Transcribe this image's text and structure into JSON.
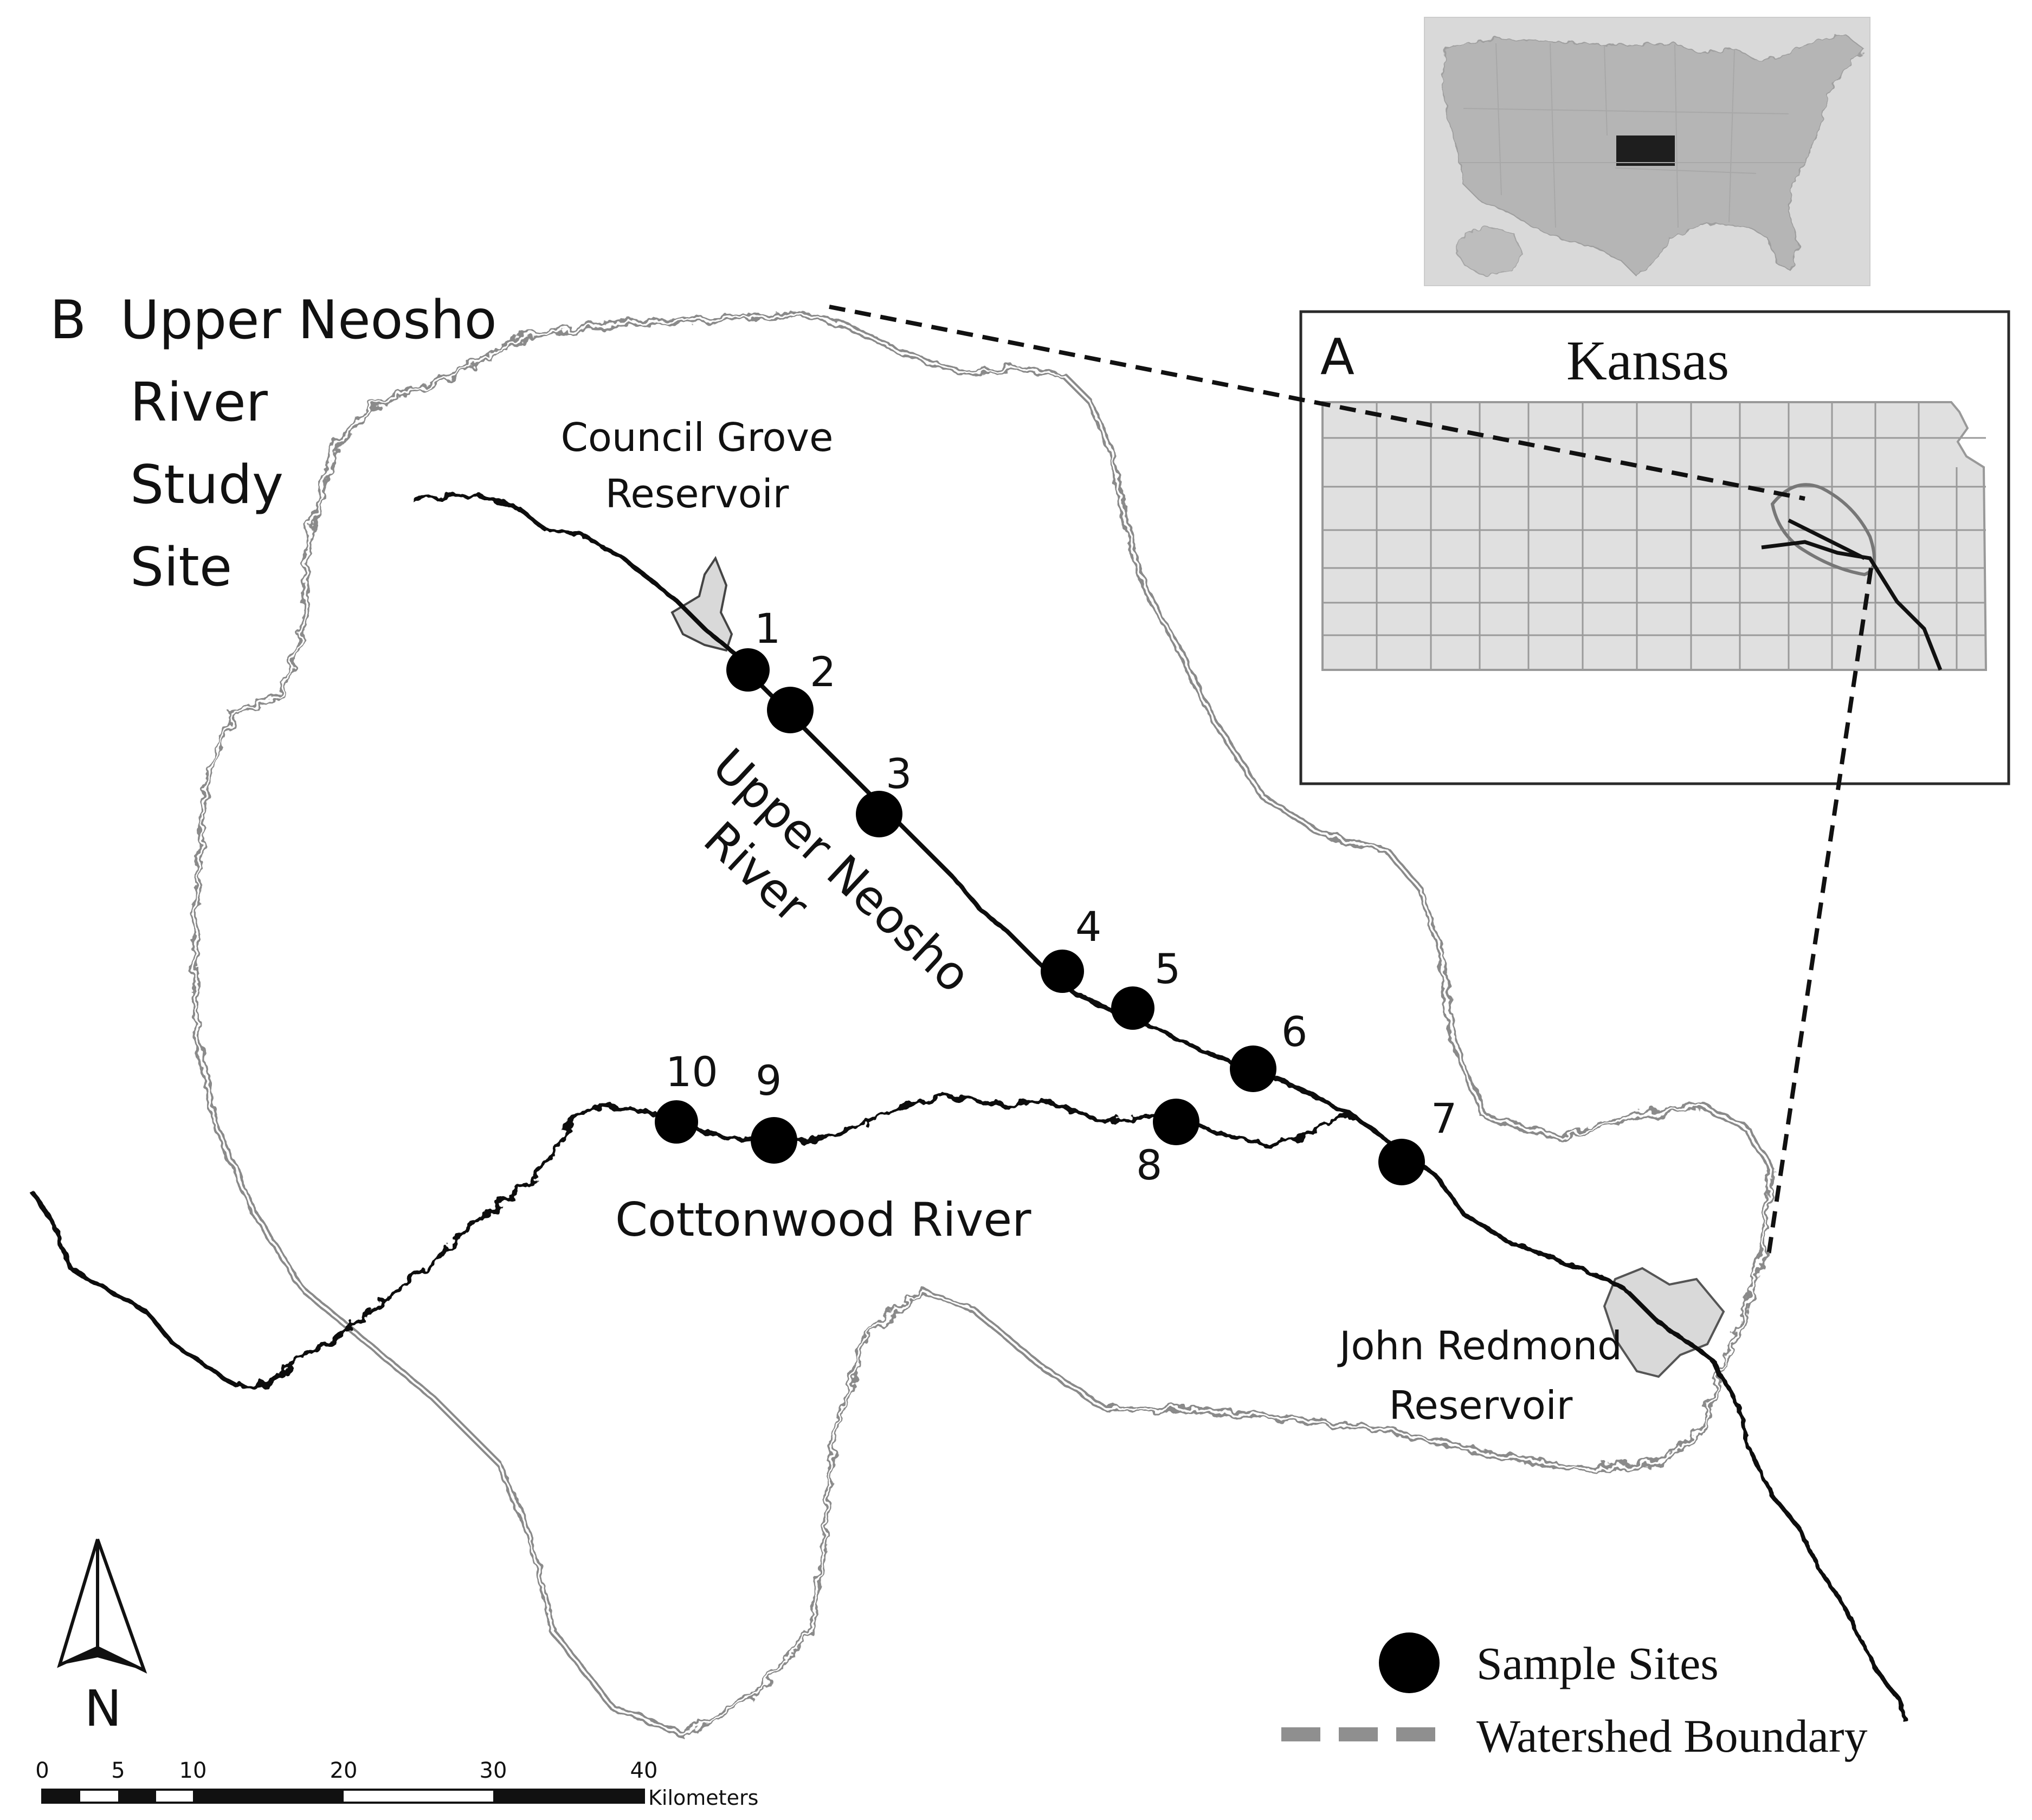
{
  "title": {
    "panel_letter": "B",
    "lines": [
      "Upper Neosho",
      "River",
      "Study",
      "Site"
    ]
  },
  "inset": {
    "panel_letter": "A",
    "state_name": "Kansas"
  },
  "labels": {
    "council_grove": [
      "Council Grove",
      "Reservoir"
    ],
    "upper_neosho": [
      "Upper Neosho",
      "River"
    ],
    "cottonwood": "Cottonwood River",
    "john_redmond": [
      "John Redmond",
      "Reservoir"
    ]
  },
  "sample_sites": [
    {
      "id": "1",
      "label": "1"
    },
    {
      "id": "2",
      "label": "2"
    },
    {
      "id": "3",
      "label": "3"
    },
    {
      "id": "4",
      "label": "4"
    },
    {
      "id": "5",
      "label": "5"
    },
    {
      "id": "6",
      "label": "6"
    },
    {
      "id": "7",
      "label": "7"
    },
    {
      "id": "8",
      "label": "8"
    },
    {
      "id": "9",
      "label": "9"
    },
    {
      "id": "10",
      "label": "10"
    }
  ],
  "legend": {
    "sites": "Sample Sites",
    "boundary": "Watershed Boundary"
  },
  "north_arrow": {
    "label": "N"
  },
  "scale_bar": {
    "ticks": [
      "0",
      "5",
      "10",
      "20",
      "30",
      "40"
    ],
    "unit": "Kilometers"
  },
  "colors": {
    "river": "#111111",
    "site": "#000000",
    "boundary": "#8a8a8a",
    "reservoir": "#d9d9d9",
    "usa_land": "#b5b5b5",
    "usa_bg": "#d9d9d9",
    "kansas_highlight": "#1e1e1e",
    "county_fill": "#e0e0e0"
  }
}
